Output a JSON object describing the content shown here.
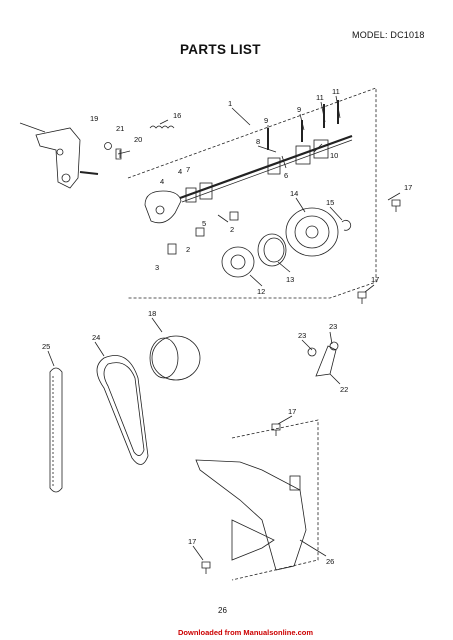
{
  "header": {
    "model": "MODEL: DC1018",
    "title": "PARTS LIST"
  },
  "callouts": [
    "1",
    "2",
    "2",
    "3",
    "4",
    "4",
    "5",
    "6",
    "7",
    "8",
    "9",
    "9",
    "10",
    "11",
    "11",
    "12",
    "13",
    "14",
    "15",
    "16",
    "17",
    "17",
    "17",
    "17",
    "18",
    "19",
    "20",
    "21",
    "22",
    "23",
    "23",
    "24",
    "25",
    "26"
  ],
  "footer": {
    "page_number": "26",
    "download_note": "Downloaded from Manualsonline.com"
  }
}
